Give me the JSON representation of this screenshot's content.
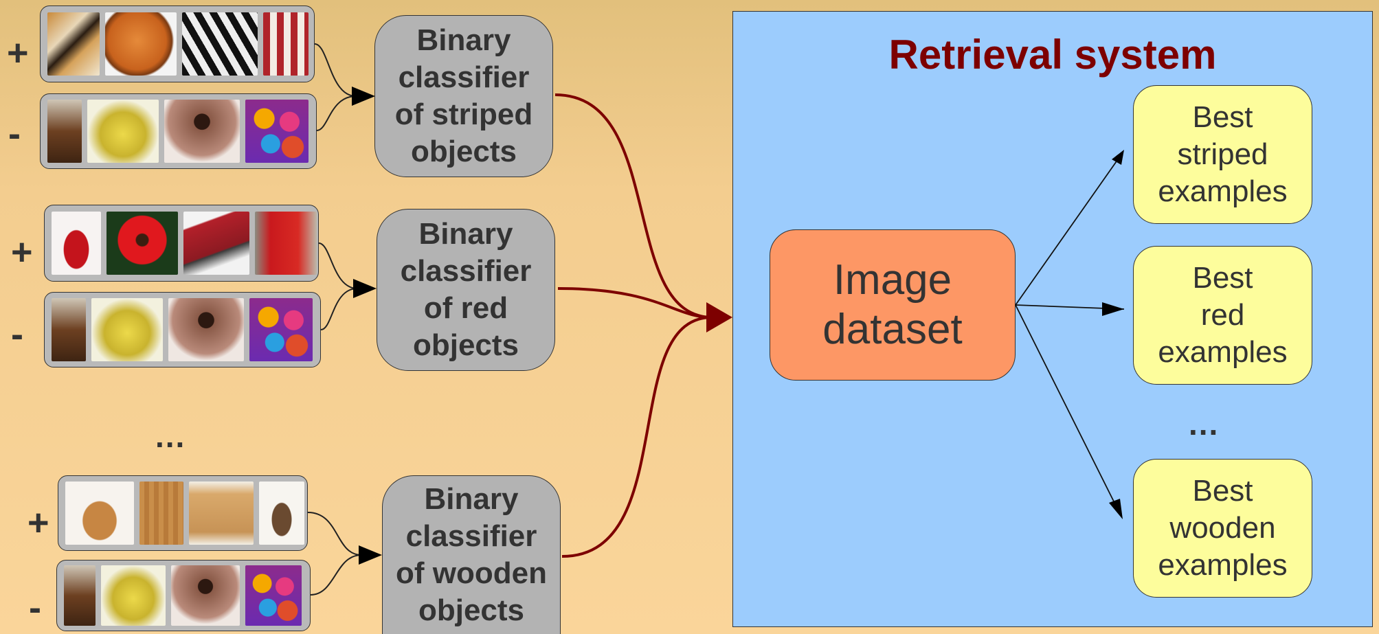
{
  "left": {
    "groups": [
      {
        "positive_sign": "+",
        "negative_sign": "-",
        "positive_images": [
          "tiger-image",
          "basketball-image",
          "zebra-image",
          "flag-image"
        ],
        "negative_images": [
          "horse-image",
          "banana-image",
          "cake-image",
          "eggs-image"
        ],
        "classifier_label": [
          "Binary",
          "classifier",
          "of striped",
          "objects"
        ]
      },
      {
        "positive_sign": "+",
        "negative_sign": "-",
        "positive_images": [
          "red-shoe-image",
          "red-flower-image",
          "red-laptop-image",
          "phone-booth-image"
        ],
        "negative_images": [
          "horse-image",
          "banana-image",
          "cake-image",
          "eggs-image"
        ],
        "classifier_label": [
          "Binary",
          "classifier",
          "of red",
          "objects"
        ]
      },
      {
        "positive_sign": "+",
        "negative_sign": "-",
        "positive_images": [
          "wooden-bowl-image",
          "wood-grain-image",
          "wooden-kitchen-image",
          "wooden-bag-image"
        ],
        "negative_images": [
          "horse-image",
          "banana-image",
          "cake-image",
          "eggs-image"
        ],
        "classifier_label": [
          "Binary",
          "classifier",
          "of wooden",
          "objects"
        ]
      }
    ],
    "ellipsis": "..."
  },
  "retrieval": {
    "title": "Retrieval system",
    "dataset_label": [
      "Image",
      "dataset"
    ],
    "results": [
      [
        "Best",
        "striped",
        "examples"
      ],
      [
        "Best",
        "red",
        "examples"
      ],
      [
        "Best",
        "wooden",
        "examples"
      ]
    ],
    "ellipsis": "..."
  },
  "colors": {
    "curve": "#7d0000",
    "title": "#7d0000",
    "panel": "#9cccfd",
    "dataset": "#fd9765",
    "result": "#fdfd9c",
    "classifier": "#b3b3b3"
  }
}
